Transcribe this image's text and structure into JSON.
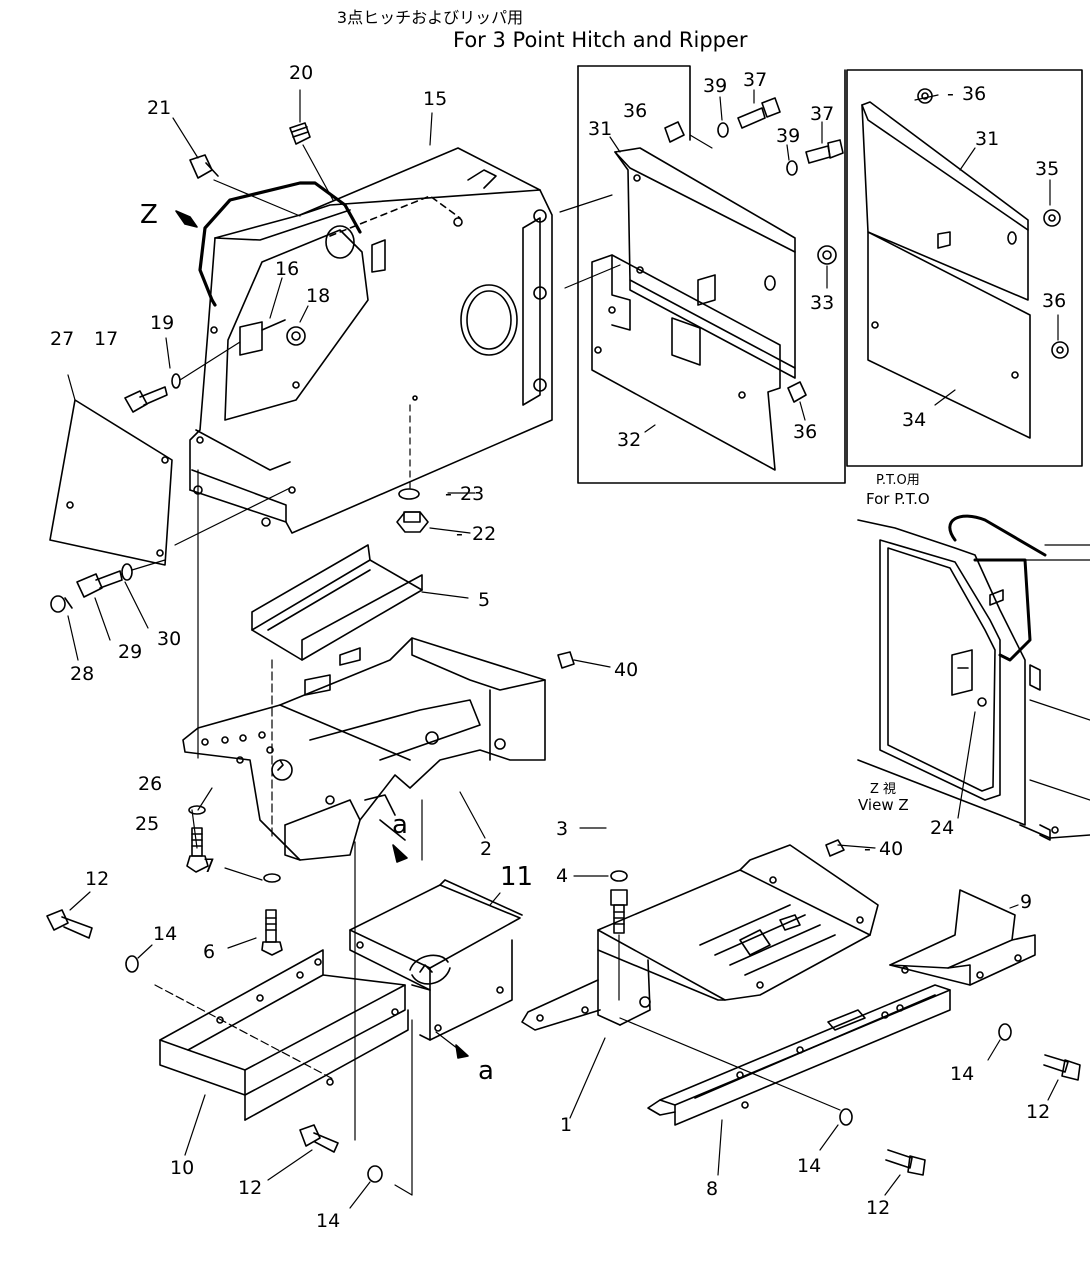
{
  "header": {
    "title_jp": "3点ヒッチおよびリッパ用",
    "title_en": "For 3 Point Hitch and Ripper"
  },
  "insets": {
    "pto_jp": "P.T.O用",
    "pto_en": "For P.T.O",
    "view_jp": "Z 視",
    "view_en": "View Z"
  },
  "markers": {
    "view_arrow": "Z",
    "section_a": "a"
  },
  "callouts": {
    "c1": "1",
    "c2": "2",
    "c3": "3",
    "c4": "4",
    "c5": "5",
    "c6": "6",
    "c7": "7",
    "c8": "8",
    "c9": "9",
    "c10": "10",
    "c11": "11",
    "c12": "12",
    "c14": "14",
    "c15": "15",
    "c16": "16",
    "c17": "17",
    "c18": "18",
    "c19": "19",
    "c20": "20",
    "c21": "21",
    "c22": "22",
    "c23": "23",
    "c24": "24",
    "c25": "25",
    "c26": "26",
    "c27": "27",
    "c28": "28",
    "c29": "29",
    "c30": "30",
    "c31": "31",
    "c32": "32",
    "c33": "33",
    "c34": "34",
    "c35": "35",
    "c36": "36",
    "c37": "37",
    "c39": "39",
    "c40": "40"
  }
}
